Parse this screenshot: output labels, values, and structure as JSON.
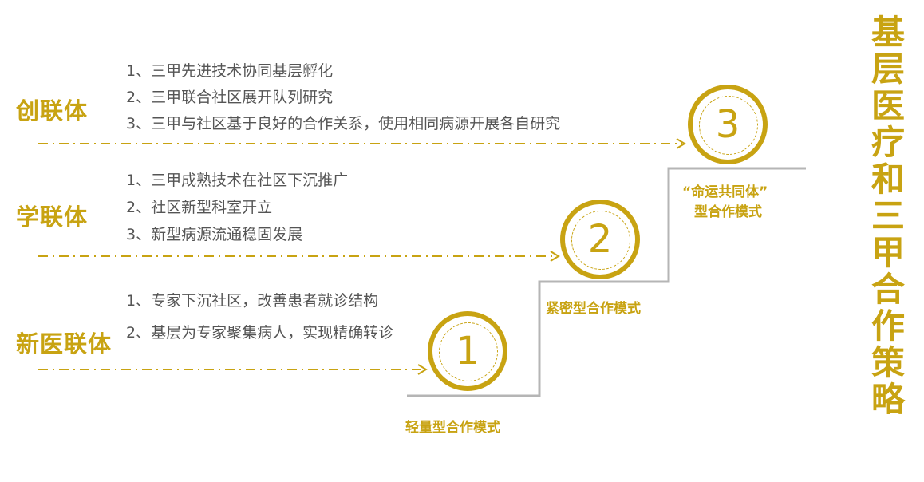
{
  "groups": [
    {
      "title": "创联体",
      "items": [
        "1、三甲先进技术协同基层孵化",
        "2、三甲联合社区展开队列研究",
        "3、三甲与社区基于良好的合作关系，使用相同病源开展各自研究"
      ]
    },
    {
      "title": "学联体",
      "items": [
        "1、三甲成熟技术在社区下沉推广",
        "2、社区新型科室开立",
        "3、新型病源流通稳固发展"
      ]
    },
    {
      "title": "新医联体",
      "items": [
        "1、专家下沉社区，改善患者就诊结构",
        "2、基层为专家聚集病人，实现精确转诊"
      ]
    }
  ],
  "steps": [
    {
      "number": "1",
      "label": "轻量型合作模式"
    },
    {
      "number": "2",
      "label": "紧密型合作模式"
    },
    {
      "number": "3",
      "label_line1": "“命运共同体”",
      "label_line2": "型合作模式"
    }
  ],
  "side_title": "基层医疗和三甲合作策略",
  "colors": {
    "accent": "#c8a312",
    "text": "#555555",
    "stair": "#b5b5b5"
  }
}
